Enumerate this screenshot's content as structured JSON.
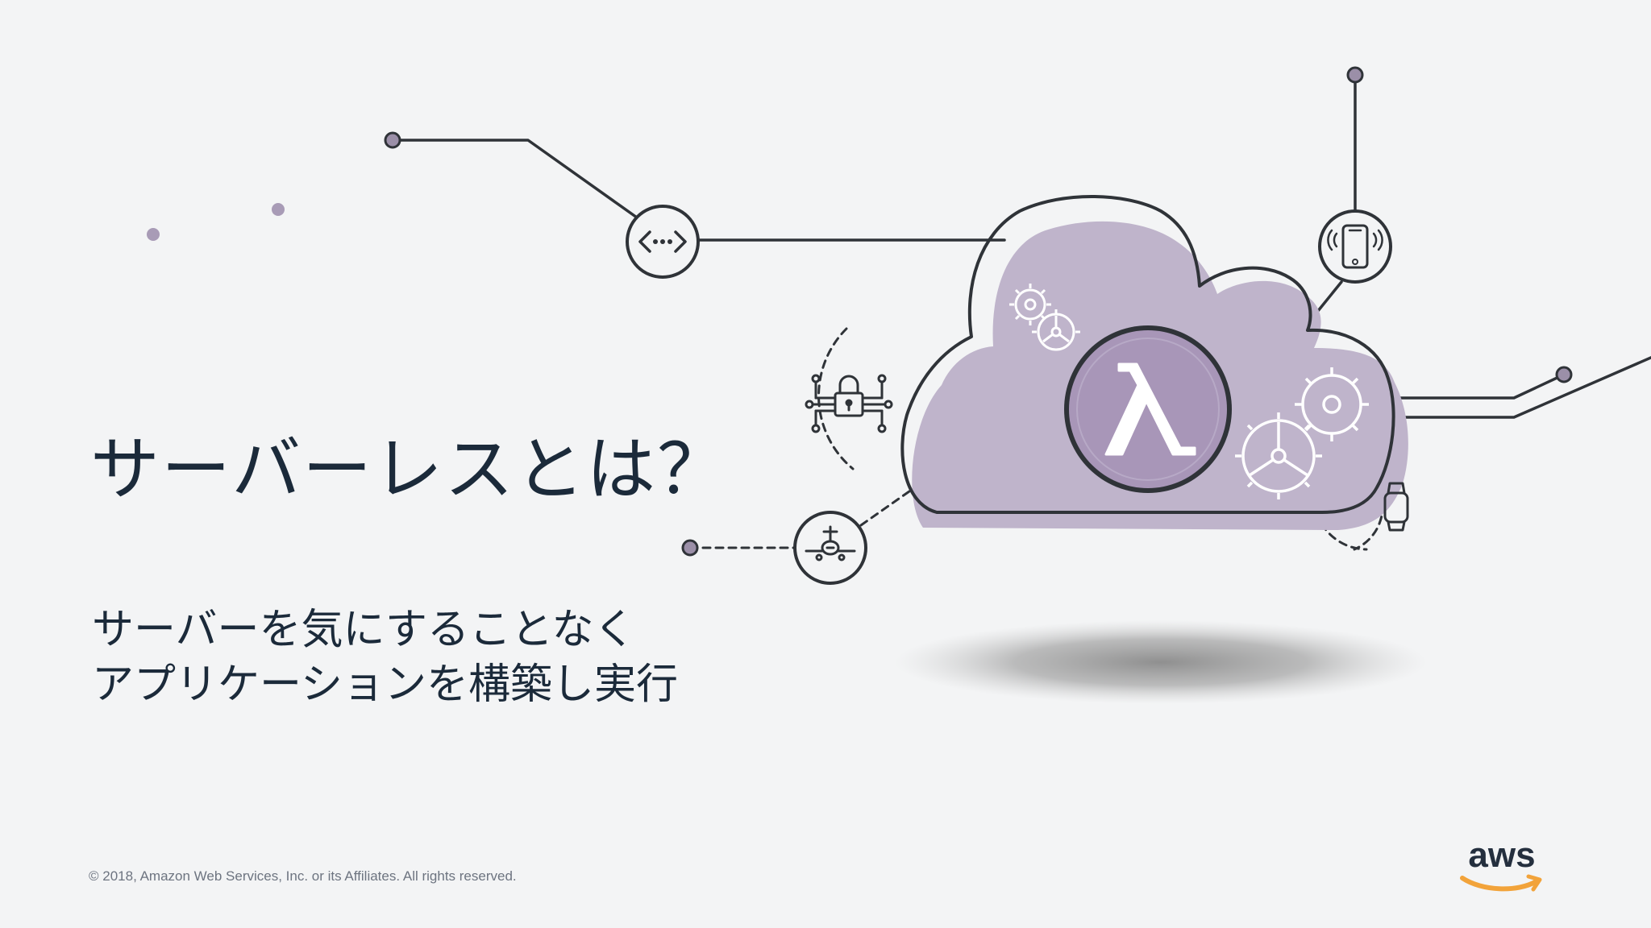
{
  "slide": {
    "title": "サーバーレスとは？",
    "subtitle_line1": "サーバーを気にすることなく",
    "subtitle_line2": "アプリケーションを構築し実行",
    "copyright": "© 2018, Amazon Web Services, Inc. or its Affiliates. All rights reserved.",
    "logo_text": "aws"
  },
  "illustration": {
    "cloud_icon": "cloud-icon",
    "center_symbol": "λ",
    "icons": [
      "api-icon",
      "lock-network-icon",
      "airplane-icon",
      "mobile-phone-icon",
      "smartwatch-icon",
      "gear-icon"
    ]
  },
  "colors": {
    "background": "#f3f4f5",
    "text_dark": "#1b2a3a",
    "cloud_fill": "#bfb4cb",
    "lambda_fill": "#a896b8",
    "line_color": "#2f3338",
    "aws_orange": "#f2a33a"
  }
}
